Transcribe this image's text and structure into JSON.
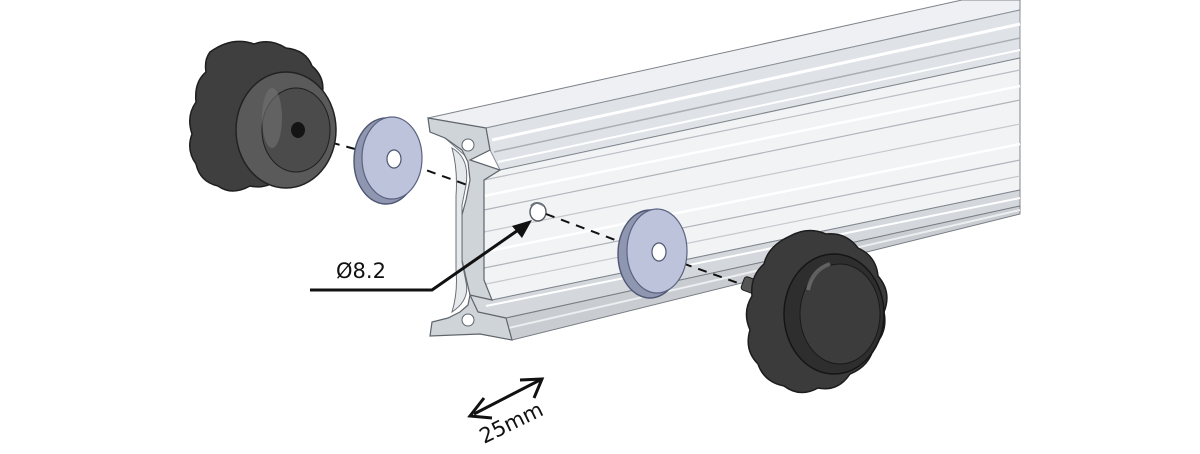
{
  "diagram": {
    "labels": {
      "hole_diameter": "Ø8.2",
      "width_dimension": "25mm"
    },
    "parts": {
      "profile": "aluminum-profile",
      "knob_left": "star-knob",
      "knob_right": "star-knob",
      "washer_left": "washer",
      "washer_right": "washer"
    },
    "colors": {
      "profile_light": "#f4f6f8",
      "profile_mid": "#d9dde2",
      "profile_dark": "#9aa1a8",
      "profile_edge": "#6b7178",
      "washer": "#b7bfd6",
      "washer_edge": "#5a6280",
      "knob": "#4a4a4a",
      "knob_dark": "#2b2b2b",
      "knob_light": "#6e6e6e",
      "line": "#111111"
    }
  }
}
